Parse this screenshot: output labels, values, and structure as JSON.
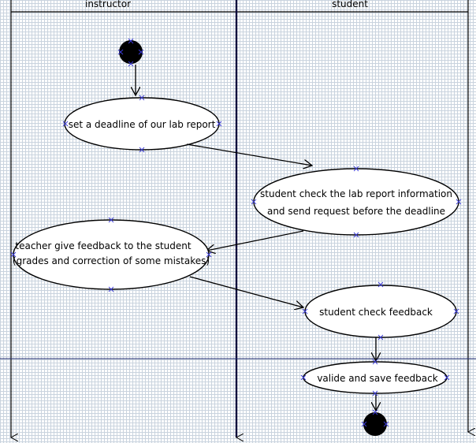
{
  "swimlanes": [
    {
      "name": "instructor"
    },
    {
      "name": "student"
    }
  ],
  "activities": {
    "deadline": "set a deadline of our lab report",
    "check_info_line1": "student check the lab report information",
    "check_info_line2": "and send request before the deadline",
    "feedback_line1": "teacher give feedback to the student",
    "feedback_line2": "(grades and correction of some mistakes)",
    "check_feedback": "student check feedback",
    "save_feedback": "valide and save feedback"
  },
  "colors": {
    "grid": "#c9d3de",
    "lane_line": "#0a0a3c",
    "divider": "#1e2a6e",
    "node_stroke": "#000000",
    "handle": "#3b3bd6"
  }
}
